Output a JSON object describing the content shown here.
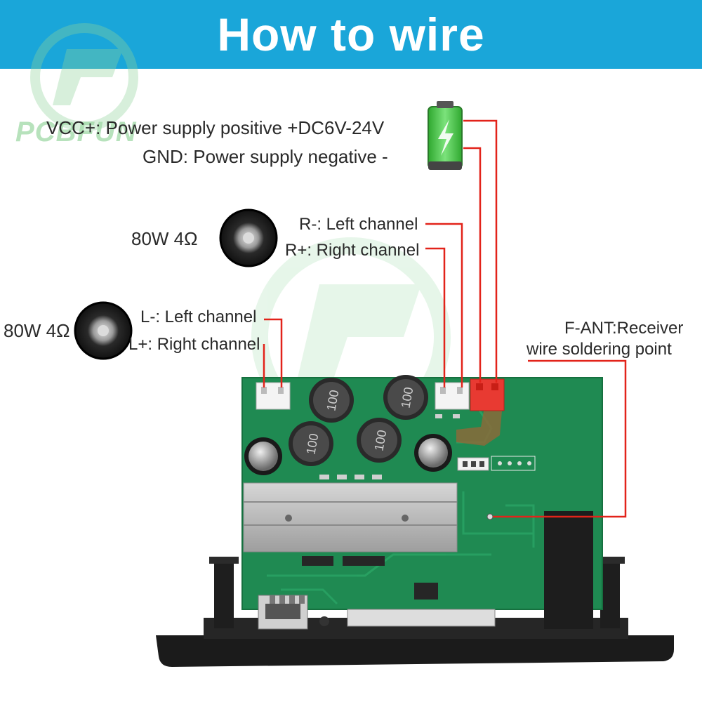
{
  "header": {
    "title": "How to wire"
  },
  "brand": {
    "name": "PCBFUN"
  },
  "power": {
    "vcc_label": "VCC+: Power supply positive +DC6V-24V",
    "gnd_label": "GND: Power supply negative -"
  },
  "speaker_right": {
    "rating": "80W 4Ω",
    "minus_label": "R-: Left channel",
    "plus_label": "R+: Right channel"
  },
  "speaker_left": {
    "rating": "80W 4Ω",
    "minus_label": "L-: Left channel",
    "plus_label": "L+: Right channel"
  },
  "antenna": {
    "line1": "F-ANT:Receiver",
    "line2": "wire soldering point"
  },
  "board": {
    "inductor_marking": "100"
  },
  "colors": {
    "header": "#1aa6d9",
    "wire": "#e2231a",
    "pcb": "#1e8a52",
    "battery": "#3cc43c"
  }
}
